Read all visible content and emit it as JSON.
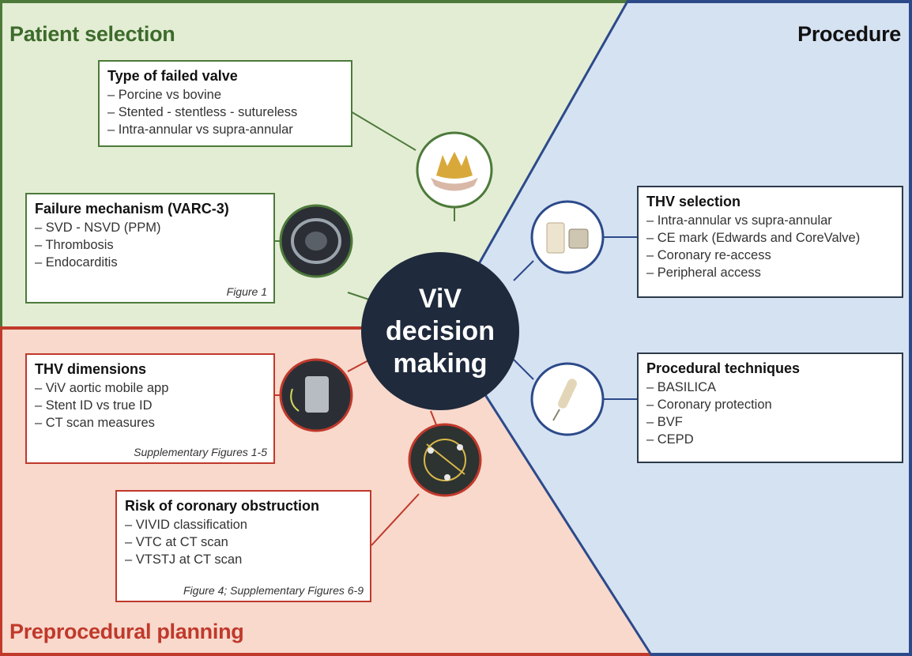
{
  "sections": {
    "patient_selection": "Patient selection",
    "procedure": "Procedure",
    "preprocedural_planning": "Preprocedural planning"
  },
  "center": {
    "line1": "ViV",
    "line2": "decision",
    "line3": "making"
  },
  "boxes": {
    "failed_valve": {
      "title": "Type of failed valve",
      "items": [
        "Porcine vs bovine",
        "Stented - stentless - sutureless",
        "Intra-annular vs supra-annular"
      ]
    },
    "failure_mechanism": {
      "title": "Failure mechanism (VARC-3)",
      "items": [
        "SVD - NSVD (PPM)",
        "Thrombosis",
        "Endocarditis"
      ],
      "figure": "Figure 1"
    },
    "thv_dimensions": {
      "title": "THV dimensions",
      "items": [
        "ViV aortic mobile app",
        "Stent ID vs true ID",
        "CT scan measures"
      ],
      "figure": "Supplementary Figures 1-5"
    },
    "coronary_obstruction": {
      "title": "Risk of coronary obstruction",
      "items": [
        "VIVID classification",
        "VTC at CT scan",
        "VTSTJ at CT scan"
      ],
      "figure": "Figure 4; Supplementary Figures 6-9"
    },
    "thv_selection": {
      "title": "THV selection",
      "items": [
        "Intra-annular vs supra-annular",
        "CE mark (Edwards and CoreValve)",
        "Coronary re-access",
        "Peripheral access"
      ]
    },
    "procedural_techniques": {
      "title": "Procedural techniques",
      "items": [
        "BASILICA",
        "Coronary protection",
        "BVF",
        "CEPD"
      ]
    }
  },
  "colors": {
    "green_bg": "#e3edd4",
    "green_border": "#4d7a3a",
    "red_bg": "#f8d9cc",
    "red_border": "#c0392b",
    "blue_bg": "#d5e2f2",
    "blue_border": "#2c4a8a",
    "center_fill": "#1f2a3c"
  }
}
